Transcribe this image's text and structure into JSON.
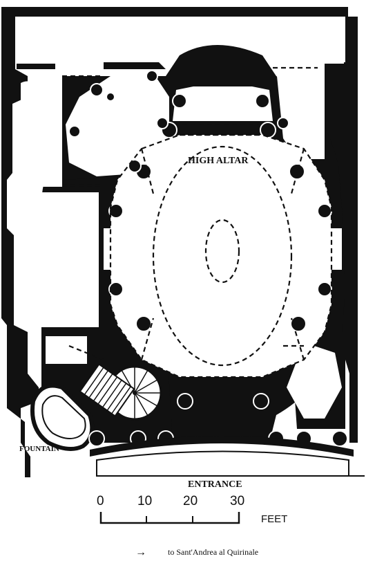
{
  "labels": {
    "high_altar": "HIGH ALTAR",
    "entrance": "ENTRANCE",
    "fountain": "FOUNTAIN",
    "feet": "FEET",
    "direction": "to Sant'Andrea al Quirinale"
  },
  "scale": {
    "ticks": [
      "0",
      "10",
      "20",
      "30"
    ]
  },
  "icons": {
    "direction_arrow": "→"
  }
}
